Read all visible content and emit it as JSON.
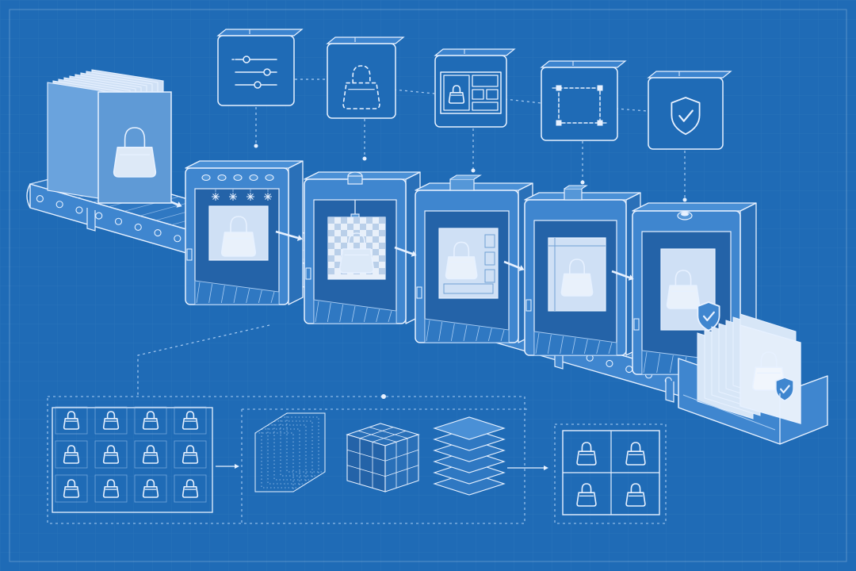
{
  "colors": {
    "background": "#1f6bb6",
    "background_dark": "#1a5fa5",
    "line": "#e7f1ff",
    "line_soft": "#a9ccf2",
    "fill_light": "#cfe0f5",
    "fill_mid": "#3f86cf",
    "fill_panel": "#5597d8"
  },
  "pipeline": {
    "source_stack": {
      "icon": "bag-icon"
    },
    "stages": [
      {
        "id": "adjust",
        "icon": "sliders-icon"
      },
      {
        "id": "segment",
        "icon": "bag-outline-icon"
      },
      {
        "id": "layout",
        "icon": "layout-icon"
      },
      {
        "id": "crop",
        "icon": "crop-frame-icon"
      },
      {
        "id": "verify",
        "icon": "shield-check-icon"
      }
    ],
    "output_stack": {
      "icon": "bag-shield-icon"
    }
  },
  "training": {
    "grid_in": {
      "rows": 3,
      "cols": 4,
      "icon": "bag-icon"
    },
    "transforms": [
      "dot-cube-icon",
      "grid-cube-icon",
      "layer-stack-icon"
    ],
    "grid_out": {
      "rows": 2,
      "cols": 2,
      "icon": "bag-icon"
    }
  }
}
